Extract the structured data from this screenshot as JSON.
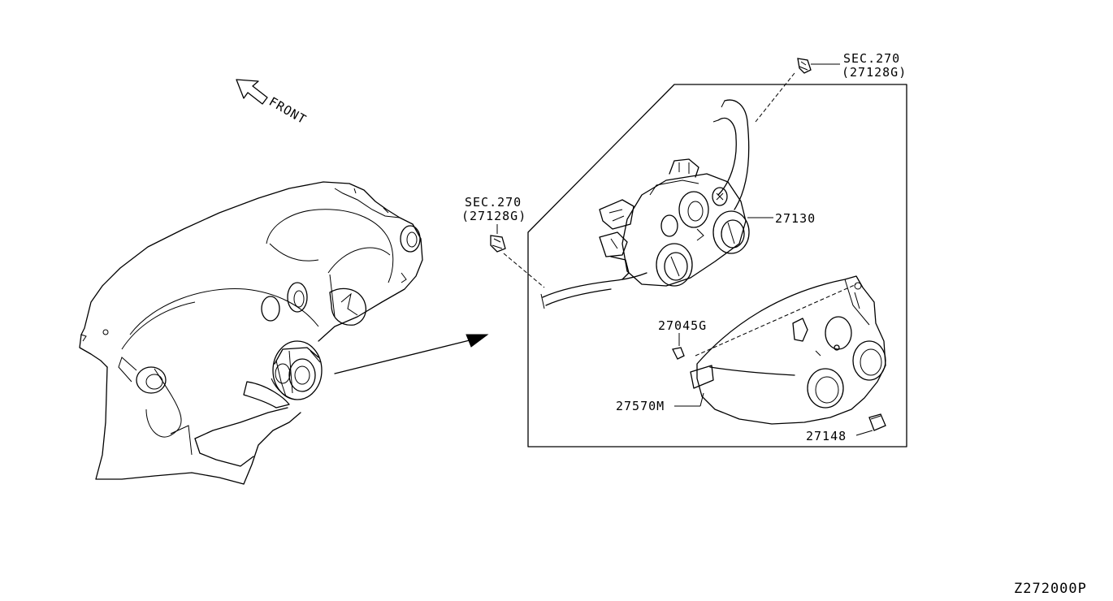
{
  "diagram": {
    "front_label": "FRONT",
    "diagram_id": "Z272000P",
    "callouts": {
      "sec_upper": {
        "line1": "SEC.270",
        "line2": "(27128G)"
      },
      "sec_left": {
        "line1": "SEC.270",
        "line2": "(27128G)"
      },
      "part_27130": "27130",
      "part_27045G": "27045G",
      "part_27570M": "27570M",
      "part_27148": "27148"
    }
  }
}
